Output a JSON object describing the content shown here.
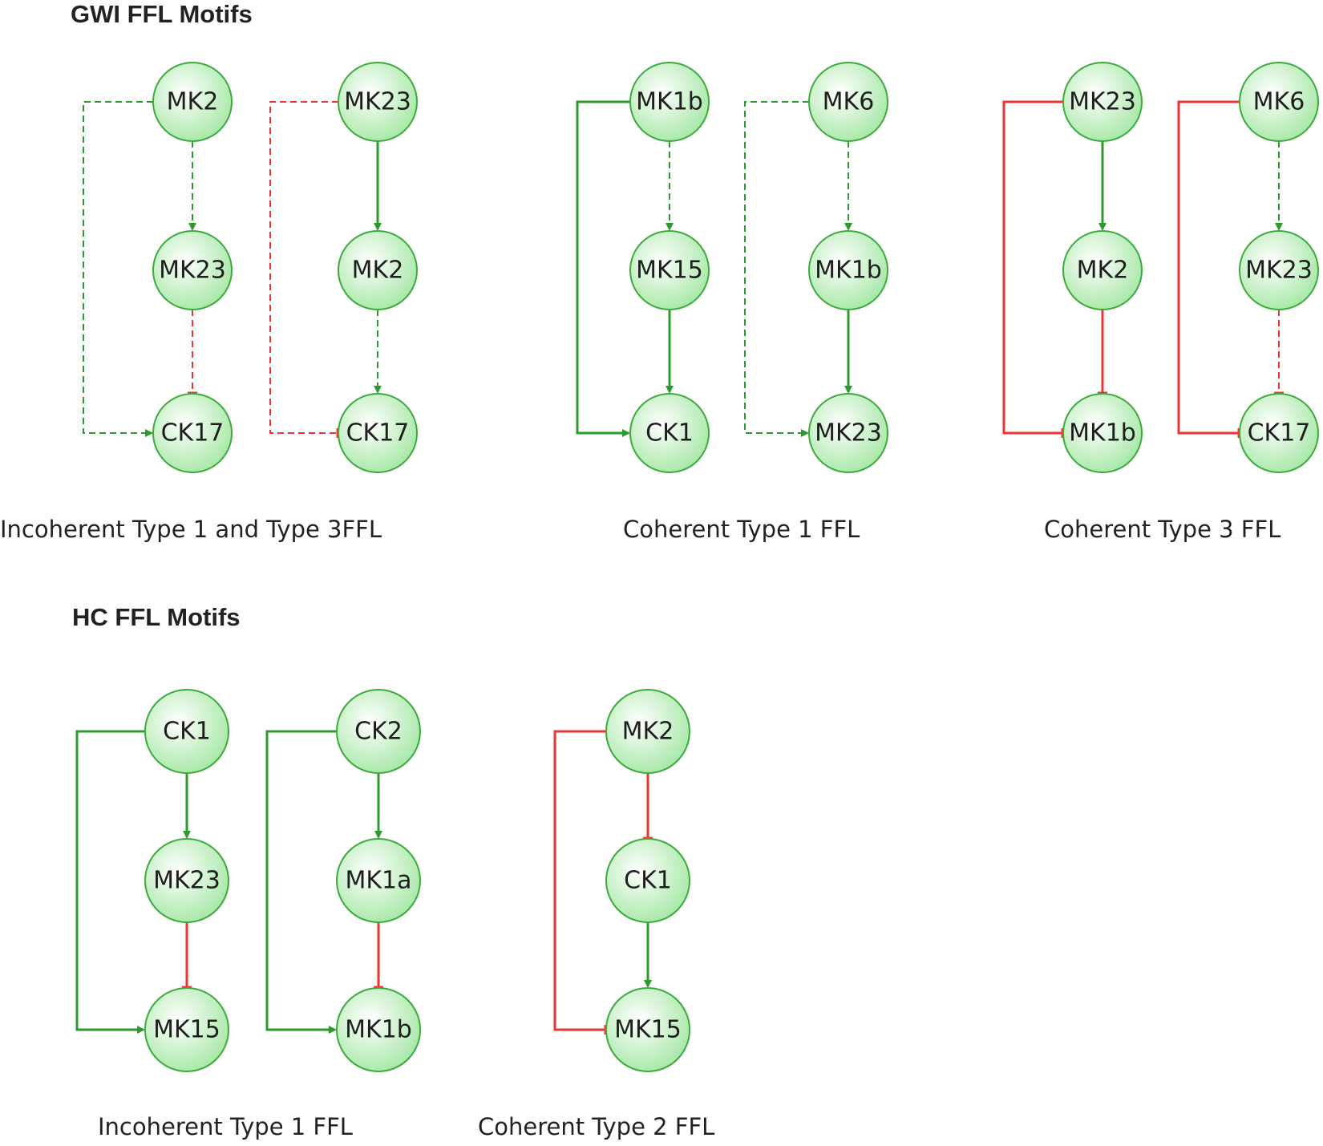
{
  "colors": {
    "activation": "#2c9a2c",
    "inhibition": "#ee3333",
    "node_stroke": "#3cab3c",
    "node_fill_center": "#ffffff",
    "node_fill_edge": "#a8e8a8"
  },
  "sections": [
    {
      "id": "gwi",
      "title": "GWI FFL Motifs",
      "captions": [
        "Incoherent Type 1 and Type 3FFL",
        "Coherent Type 1 FFL",
        "Coherent Type 3 FFL"
      ],
      "motifs": [
        {
          "nodes": [
            "MK2",
            "MK23",
            "CK17"
          ],
          "edges": {
            "top_mid": {
              "sign": "activation",
              "style": "dashed"
            },
            "mid_bot": {
              "sign": "inhibition",
              "style": "dashed"
            },
            "top_bot": {
              "sign": "activation",
              "style": "dashed"
            }
          }
        },
        {
          "nodes": [
            "MK23",
            "MK2",
            "CK17"
          ],
          "edges": {
            "top_mid": {
              "sign": "activation",
              "style": "solid"
            },
            "mid_bot": {
              "sign": "activation",
              "style": "dashed"
            },
            "top_bot": {
              "sign": "inhibition",
              "style": "dashed"
            }
          }
        },
        {
          "nodes": [
            "MK1b",
            "MK15",
            "CK1"
          ],
          "edges": {
            "top_mid": {
              "sign": "activation",
              "style": "dashed"
            },
            "mid_bot": {
              "sign": "activation",
              "style": "solid"
            },
            "top_bot": {
              "sign": "activation",
              "style": "solid"
            }
          }
        },
        {
          "nodes": [
            "MK6",
            "MK1b",
            "MK23"
          ],
          "edges": {
            "top_mid": {
              "sign": "activation",
              "style": "dashed"
            },
            "mid_bot": {
              "sign": "activation",
              "style": "solid"
            },
            "top_bot": {
              "sign": "activation",
              "style": "dashed"
            }
          }
        },
        {
          "nodes": [
            "MK23",
            "MK2",
            "MK1b"
          ],
          "edges": {
            "top_mid": {
              "sign": "activation",
              "style": "solid"
            },
            "mid_bot": {
              "sign": "inhibition",
              "style": "solid"
            },
            "top_bot": {
              "sign": "inhibition",
              "style": "solid"
            }
          }
        },
        {
          "nodes": [
            "MK6",
            "MK23",
            "CK17"
          ],
          "edges": {
            "top_mid": {
              "sign": "activation",
              "style": "dashed"
            },
            "mid_bot": {
              "sign": "inhibition",
              "style": "dashed"
            },
            "top_bot": {
              "sign": "inhibition",
              "style": "solid"
            }
          }
        }
      ]
    },
    {
      "id": "hc",
      "title": "HC FFL Motifs",
      "captions": [
        "Incoherent Type 1 FFL",
        "Coherent Type 2 FFL"
      ],
      "motifs": [
        {
          "nodes": [
            "CK1",
            "MK23",
            "MK15"
          ],
          "edges": {
            "top_mid": {
              "sign": "activation",
              "style": "solid"
            },
            "mid_bot": {
              "sign": "inhibition",
              "style": "solid"
            },
            "top_bot": {
              "sign": "activation",
              "style": "solid"
            }
          }
        },
        {
          "nodes": [
            "CK2",
            "MK1a",
            "MK1b"
          ],
          "edges": {
            "top_mid": {
              "sign": "activation",
              "style": "solid"
            },
            "mid_bot": {
              "sign": "inhibition",
              "style": "solid"
            },
            "top_bot": {
              "sign": "activation",
              "style": "solid"
            }
          }
        },
        {
          "nodes": [
            "MK2",
            "CK1",
            "MK15"
          ],
          "edges": {
            "top_mid": {
              "sign": "inhibition",
              "style": "solid"
            },
            "mid_bot": {
              "sign": "activation",
              "style": "solid"
            },
            "top_bot": {
              "sign": "inhibition",
              "style": "solid"
            }
          }
        }
      ]
    }
  ]
}
